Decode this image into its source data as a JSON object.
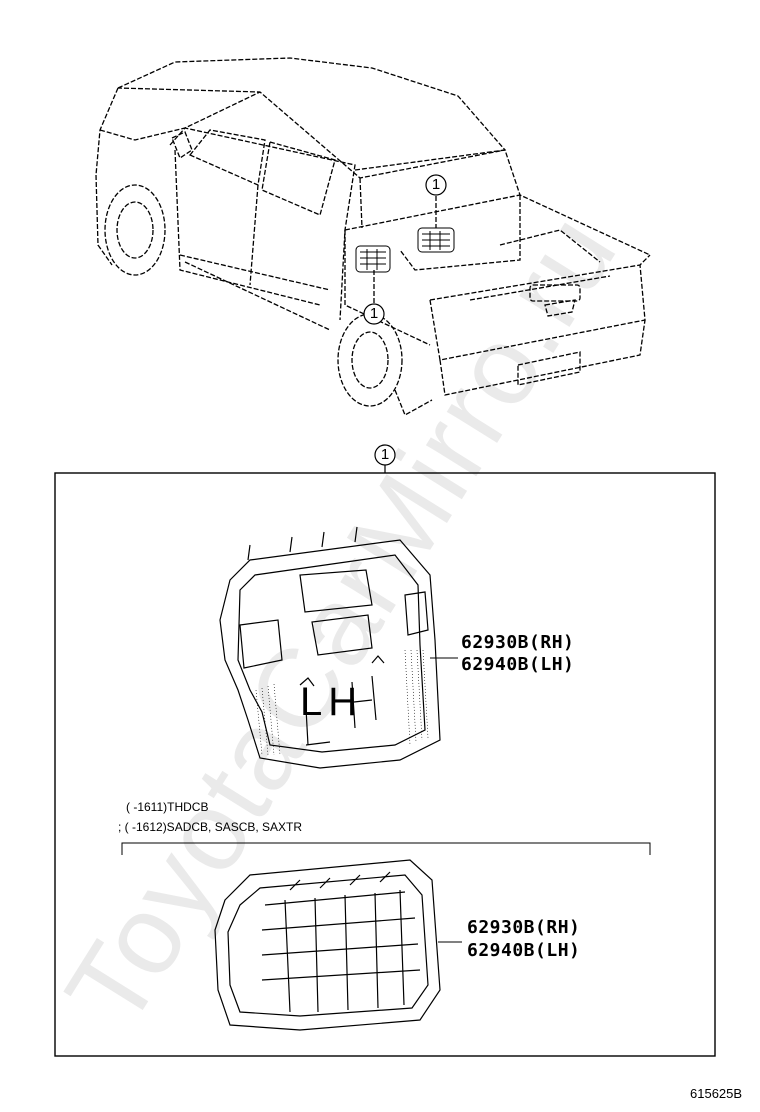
{
  "callouts": {
    "upper_right": "1",
    "upper_left": "1",
    "detail_header": "1"
  },
  "detail_box": {
    "upper_part": {
      "part_number_rh": "62930B(RH)",
      "part_number_lh": "62940B(LH)",
      "embossed_mark": "LH"
    },
    "applicability_notes": [
      "(       -1611)THDCB",
      "; (      -1612)SADCB, SASCB, SAXTR"
    ],
    "lower_part": {
      "part_number_rh": "62930B(RH)",
      "part_number_lh": "62940B(LH)"
    }
  },
  "figure_code": "615625B",
  "watermark": "ToyotaCarMirro.ru",
  "colors": {
    "line": "#000000",
    "box_border": "#000000",
    "watermark": "#d9d9d9"
  }
}
